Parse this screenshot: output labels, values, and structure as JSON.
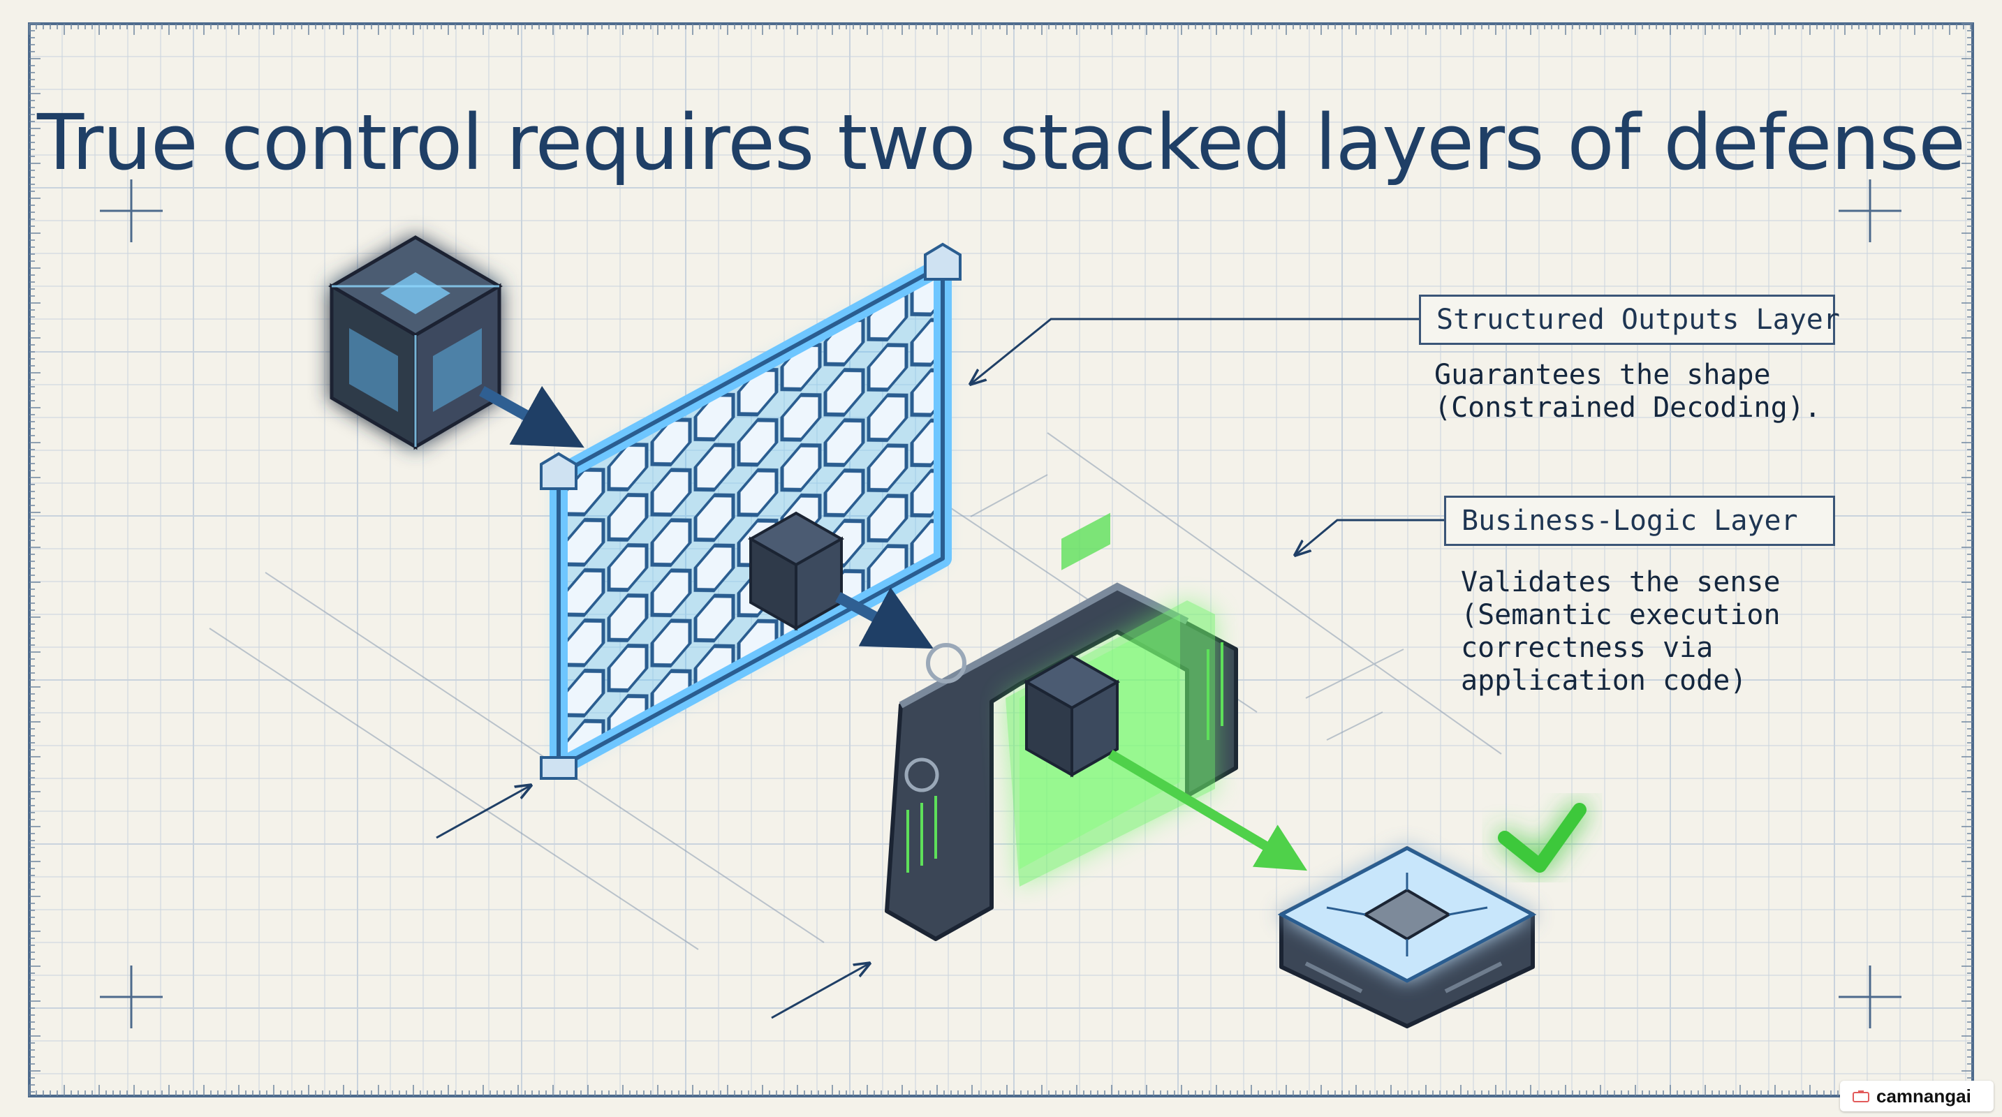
{
  "slide": {
    "title": "True control requires two stacked layers of defense"
  },
  "layers": [
    {
      "label": "Structured Outputs Layer",
      "description": "Guarantees the shape\n(Constrained Decoding)."
    },
    {
      "label": "Business-Logic Layer",
      "description": "Validates the sense\n(Semantic execution\ncorrectness via\napplication code)"
    }
  ],
  "brand": {
    "name": "camnangai"
  },
  "colors": {
    "background": "#f4f2ea",
    "title": "#1f3f66",
    "grid": "#c9d3dd",
    "structure_blue": "#4aa3e8",
    "logic_green": "#5ee05a",
    "dark_metal": "#3b4656"
  }
}
